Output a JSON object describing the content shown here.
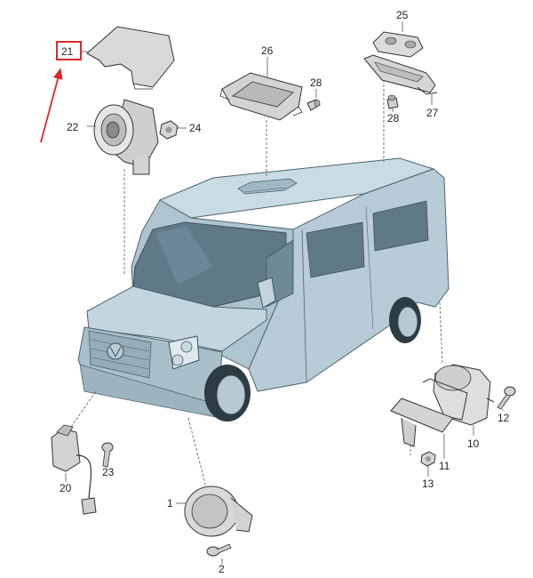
{
  "highlighted_callout": "21",
  "colors": {
    "highlight": "#e0262a",
    "body": "#b9ced8",
    "body_dark": "#8ea9b6",
    "glass": "#5c7682",
    "part": "#d8d8d8"
  },
  "callouts": {
    "c1": "1",
    "c2": "2",
    "c10": "10",
    "c11": "11",
    "c12": "12",
    "c13": "13",
    "c20": "20",
    "c21": "21",
    "c22": "22",
    "c23": "23",
    "c24": "24",
    "c25": "25",
    "c26": "26",
    "c27": "27",
    "c28a": "28",
    "c28b": "28"
  }
}
